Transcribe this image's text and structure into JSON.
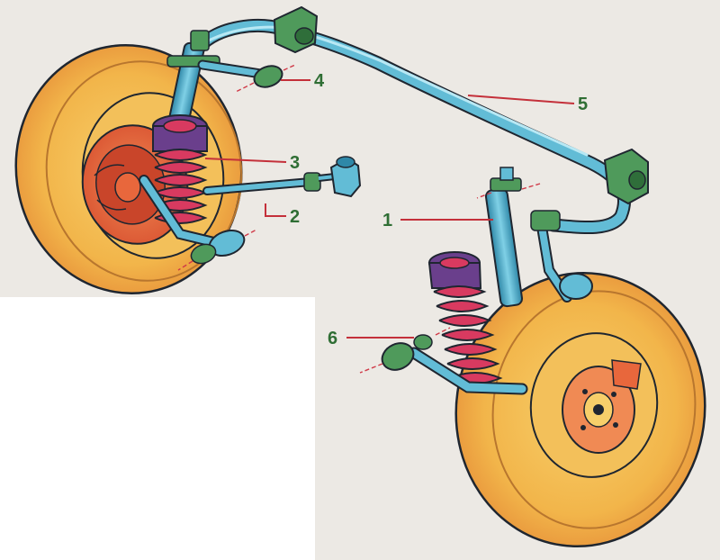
{
  "labels": {
    "part_1": "1",
    "part_2": "2",
    "part_3": "3",
    "part_4": "4",
    "part_5": "5",
    "part_6": "6"
  },
  "colors": {
    "paper": "#ece9e4",
    "background": "#ffffff",
    "tyre": "#f2b54a",
    "drum": "#e8673c",
    "steel": "#55b4cf",
    "spring": "#d83a60",
    "boot": "#6a3f8c",
    "bushing": "#4f9a5b",
    "label_text": "#2f6e34",
    "leader_line": "#c4303a"
  }
}
